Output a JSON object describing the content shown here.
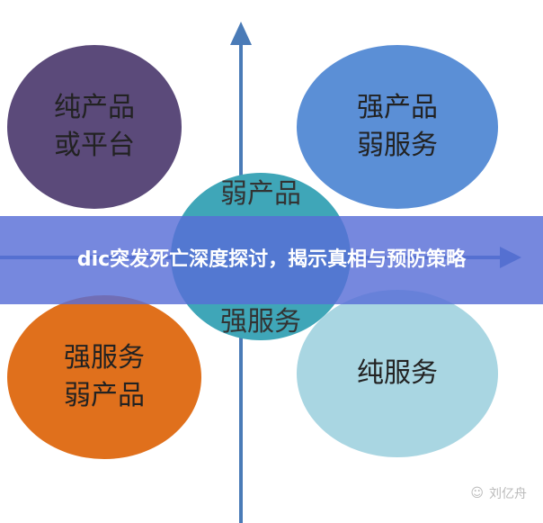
{
  "quadrants": {
    "top_left": "纯产品\n或平台",
    "top_right": "强产品\n弱服务",
    "center": "弱产品\n强服务",
    "bottom_left": "强服务\n弱产品",
    "bottom_right": "纯服务"
  },
  "colors": {
    "top_left": "#5b4a7a",
    "top_right": "#5b8fd6",
    "center": "#3fa6b8",
    "bottom_left": "#e0701c",
    "bottom_right": "#a9d6e2",
    "axis": "#4a7bb7"
  },
  "banner_title": "dic突发死亡深度探讨，揭示真相与预防策略",
  "watermark": "刘亿舟"
}
